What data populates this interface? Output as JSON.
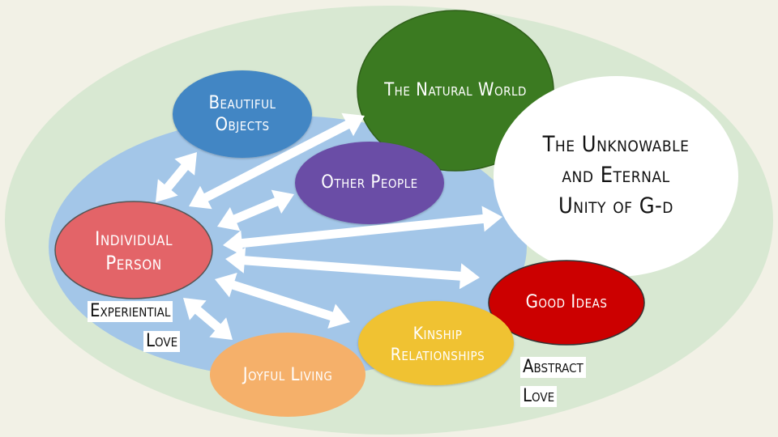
{
  "diagram": {
    "nodes": {
      "beautiful_objects": "Beautiful Objects",
      "natural_world": "The Natural World",
      "unknowable": "The Unknowable and Eternal Unity of G-d",
      "other_people": "Other People",
      "individual_person": "Individual Person",
      "good_ideas": "Good Ideas",
      "kinship": "Kinship Relationships",
      "joyful_living": "Joyful Living"
    },
    "tags": {
      "experiential_1": "Experiential",
      "experiential_2": "Love",
      "abstract_1": "Abstract",
      "abstract_2": "Love"
    }
  },
  "colors": {
    "background": "#f2f1e6",
    "outer_ellipse": "#d8e8d2",
    "inner_ellipse": "#a3c6e8",
    "beautiful_objects": "#4286c4",
    "natural_world": "#3b7a21",
    "unknowable": "#ffffff",
    "other_people": "#6a4da6",
    "individual_person": "#e36468",
    "good_ideas": "#cc0000",
    "kinship": "#f0c233",
    "joyful_living": "#f5b06a",
    "arrows": "#ffffff"
  }
}
